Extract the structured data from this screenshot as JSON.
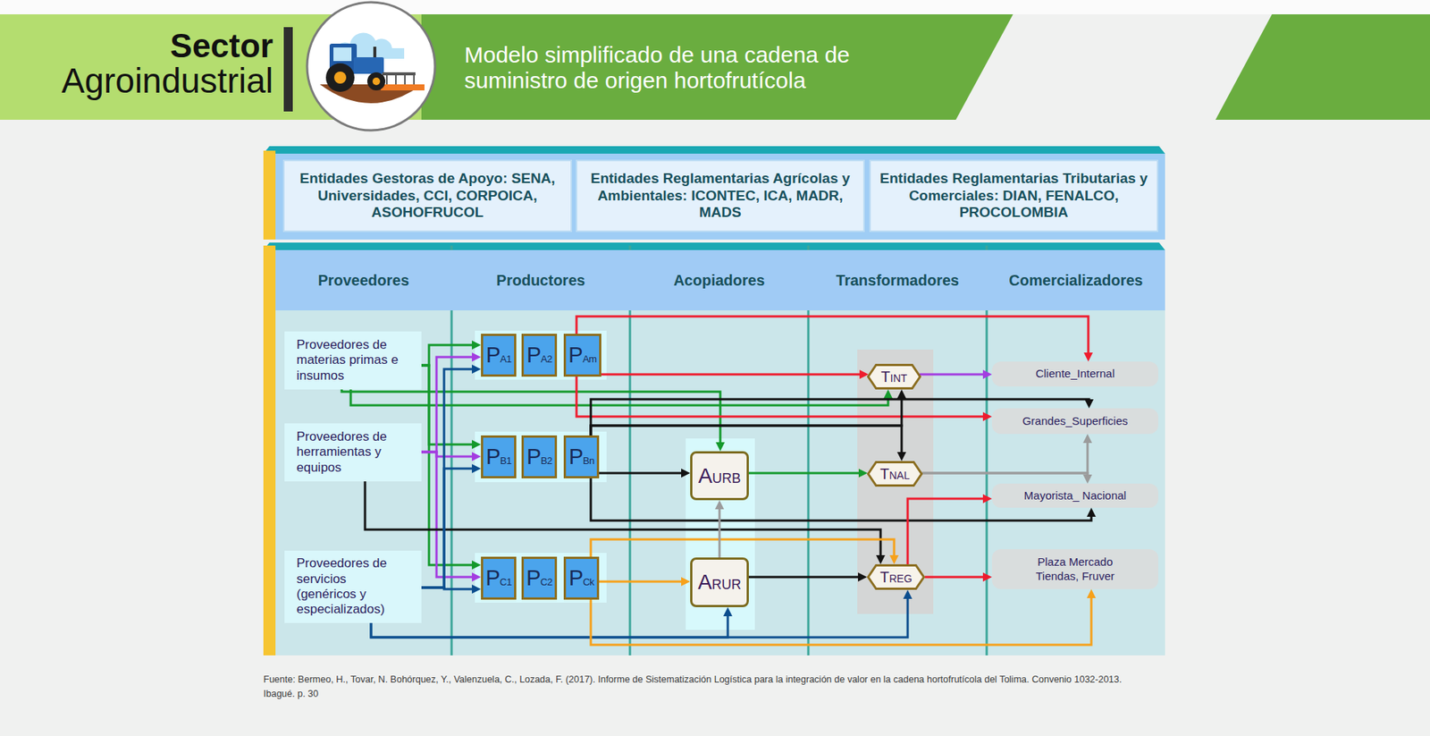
{
  "diagram": {
    "title": "Modelo simplificado de una cadena de suministro de origen hortofrutícola",
    "caption": "Fuente: Bermeo, H., Tovar, N. Bohórquez, Y., Valenzuela, C., Lozada, F. (2017). Informe de Sistematización Logística para la integración de valor en la cadena hortofrutícola del Tolima. Convenio 1032-2013. Ibagué. p. 30",
    "nodes": [
      {
        "text": [
          "Entidades Gestoras de Apoyo: SENA, Universidades, CCI, CORPOICA, ASOHOFRUCOL"
        ]
      },
      {
        "text": [
          "Entidades Reglamentarias Agrícolas y Ambientales: ICONTEC, ICA, MADR, MADS"
        ]
      },
      {
        "text": [
          "Entidades Reglamentarias Tributarias y Comerciales: DIAN, FENALCO, PROCOLOMBIA"
        ]
      },
      {
        "text": [
          "Proveedores"
        ]
      },
      {
        "text": [
          "Productores"
        ]
      },
      {
        "text": [
          "Acopiadores"
        ]
      },
      {
        "text": [
          "Transformadores"
        ]
      },
      {
        "text": [
          "Comercializadores"
        ]
      },
      {
        "text": [
          "Proveedores de materias primas e insumos"
        ],
        "in": 3
      },
      {
        "text": [
          "Proveedores de herramientas y equipos"
        ],
        "in": 3
      },
      {
        "text": [
          "Proveedores de servicios (genéricos y especializados)"
        ],
        "in": 3
      },
      {
        "text": [
          "PA1"
        ],
        "in": 4
      },
      {
        "text": [
          "PA2"
        ],
        "in": 4
      },
      {
        "text": [
          "PAm"
        ],
        "in": 4
      },
      {
        "text": [
          "PB1"
        ],
        "in": 4
      },
      {
        "text": [
          "PB2"
        ],
        "in": 4
      },
      {
        "text": [
          "PBn"
        ],
        "in": 4
      },
      {
        "text": [
          "PC1"
        ],
        "in": 4
      },
      {
        "text": [
          "PC2"
        ],
        "in": 4
      },
      {
        "text": [
          "PCk"
        ],
        "in": 4
      },
      {
        "text": [
          "AURB"
        ],
        "in": 5
      },
      {
        "text": [
          "ARUR"
        ],
        "in": 5
      },
      {
        "text": [
          "TINT"
        ],
        "in": 6
      },
      {
        "text": [
          "TNAL"
        ],
        "in": 6
      },
      {
        "text": [
          "TREG"
        ],
        "in": 6
      },
      {
        "text": [
          "Cliente_Internal"
        ],
        "in": 7
      },
      {
        "text": [
          "Grandes_Superficies"
        ],
        "in": 7
      },
      {
        "text": [
          "Mayorista_ Nacional"
        ],
        "in": 7
      },
      {
        "text": [
          "Plaza Mercado Tiendas, Fruver"
        ],
        "in": 7
      }
    ],
    "edges": [
      {
        "from": 8,
        "to": 11,
        "arrow": "to"
      },
      {
        "from": 8,
        "to": 14,
        "arrow": "to"
      },
      {
        "from": 8,
        "to": 17,
        "arrow": "to"
      },
      {
        "from": 8,
        "to": 20,
        "arrow": "to"
      },
      {
        "from": 8,
        "to": 22,
        "arrow": "to"
      },
      {
        "from": 9,
        "to": 11,
        "arrow": "to"
      },
      {
        "from": 9,
        "to": 14,
        "arrow": "to"
      },
      {
        "from": 9,
        "to": 17,
        "arrow": "to"
      },
      {
        "from": 9,
        "to": 24,
        "arrow": "to"
      },
      {
        "from": 10,
        "to": 11,
        "arrow": "to"
      },
      {
        "from": 10,
        "to": 14,
        "arrow": "to"
      },
      {
        "from": 10,
        "to": 17,
        "arrow": "to"
      },
      {
        "from": 10,
        "to": 21,
        "arrow": "to"
      },
      {
        "from": 10,
        "to": 24,
        "arrow": "to"
      },
      {
        "from": 13,
        "to": 25,
        "arrow": "to"
      },
      {
        "from": 13,
        "to": 22,
        "arrow": "to"
      },
      {
        "from": 13,
        "to": 26,
        "arrow": "to"
      },
      {
        "from": 16,
        "to": 20,
        "arrow": "to"
      },
      {
        "from": 16,
        "to": 26,
        "arrow": "to"
      },
      {
        "from": 16,
        "to": 22,
        "arrow": "to"
      },
      {
        "from": 16,
        "to": 23,
        "arrow": "to"
      },
      {
        "from": 16,
        "to": 27,
        "arrow": "to"
      },
      {
        "from": 19,
        "to": 21,
        "arrow": "to"
      },
      {
        "from": 19,
        "to": 24,
        "arrow": "to"
      },
      {
        "from": 19,
        "to": 28,
        "arrow": "to"
      },
      {
        "from": 21,
        "to": 20,
        "arrow": "to"
      },
      {
        "from": 21,
        "to": 24,
        "arrow": "to"
      },
      {
        "from": 20,
        "to": 23,
        "arrow": "to"
      },
      {
        "from": 22,
        "to": 25,
        "arrow": "to"
      },
      {
        "from": 23,
        "to": 26,
        "arrow": "to"
      },
      {
        "from": 23,
        "to": 27,
        "arrow": "to"
      },
      {
        "from": 24,
        "to": 28,
        "arrow": "to"
      },
      {
        "from": 24,
        "to": 27,
        "arrow": "to"
      }
    ],
    "labels": [
      "Sector",
      "Agroindustrial"
    ]
  }
}
